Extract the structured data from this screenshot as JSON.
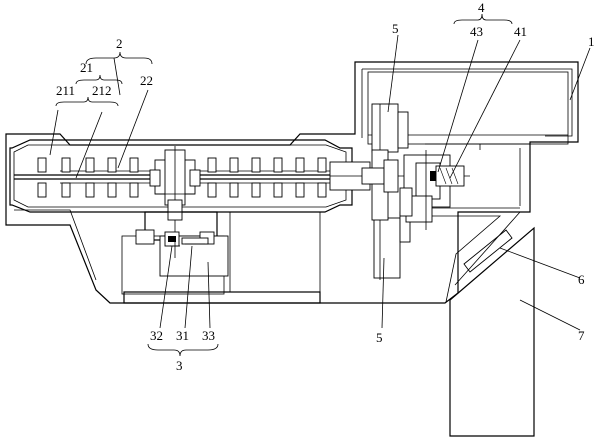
{
  "labels": {
    "n1": "1",
    "n2": "2",
    "n21": "21",
    "n211": "211",
    "n212": "212",
    "n22": "22",
    "n3": "3",
    "n31": "31",
    "n32": "32",
    "n33": "33",
    "n4": "4",
    "n41": "41",
    "n43": "43",
    "n5_top": "5",
    "n5_bottom": "5",
    "n6": "6",
    "n7": "7"
  }
}
